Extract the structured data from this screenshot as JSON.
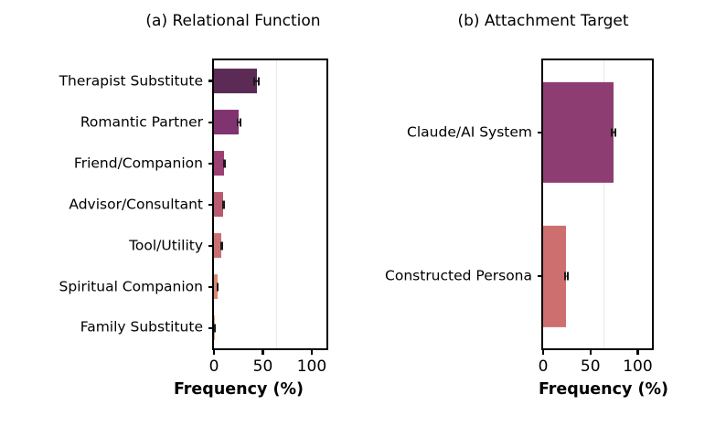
{
  "figure": {
    "background": "#ffffff",
    "panels": [
      "a",
      "b"
    ]
  },
  "panel_a": {
    "title": "(a) Relational Function",
    "xlabel": "Frequency (%)",
    "xticks": [
      "0",
      "50",
      "100"
    ]
  },
  "panel_b": {
    "title": "(b) Attachment Target",
    "xlabel": "Frequency (%)",
    "xticks": [
      "0",
      "50",
      "100"
    ]
  },
  "labels_a": {
    "0": "Therapist Substitute",
    "1": "Romantic Partner",
    "2": "Friend/Companion",
    "3": "Advisor/Consultant",
    "4": "Tool/Utility",
    "5": "Spiritual Companion",
    "6": "Family Substitute"
  },
  "labels_b": {
    "0": "Claude/AI System",
    "1": "Constructed Persona"
  },
  "chart_data": [
    {
      "type": "bar",
      "orientation": "horizontal",
      "title": "(a) Relational Function",
      "xlabel": "Frequency (%)",
      "ylabel": "",
      "xlim": [
        0,
        115
      ],
      "xticks": [
        0,
        50,
        100
      ],
      "grid": "x-only",
      "categories": [
        "Therapist Substitute",
        "Romantic Partner",
        "Friend/Companion",
        "Advisor/Consultant",
        "Tool/Utility",
        "Spiritual Companion",
        "Family Substitute"
      ],
      "values": [
        43.5,
        25.5,
        10.5,
        9.8,
        7.8,
        4.0,
        0.6
      ],
      "errors": [
        3.2,
        2.4,
        1.4,
        1.3,
        1.2,
        0.8,
        0.2
      ],
      "colors": [
        "#5b2a55",
        "#80336f",
        "#9c3f72",
        "#b85a70",
        "#cb7070",
        "#d78a74",
        "#e0a07c"
      ]
    },
    {
      "type": "bar",
      "orientation": "horizontal",
      "title": "(b) Attachment Target",
      "xlabel": "Frequency (%)",
      "ylabel": "",
      "xlim": [
        0,
        115
      ],
      "xticks": [
        0,
        50,
        100
      ],
      "grid": "x-only",
      "categories": [
        "Claude/AI System",
        "Constructed Persona"
      ],
      "values": [
        74.5,
        24.6
      ],
      "errors": [
        2.6,
        2.2
      ],
      "colors": [
        "#8e3d72",
        "#cd6f6e"
      ]
    }
  ]
}
